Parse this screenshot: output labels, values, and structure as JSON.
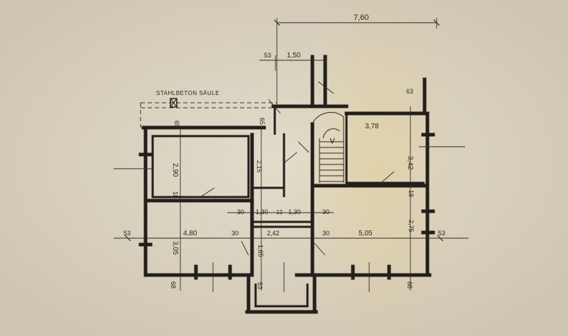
{
  "labels": {
    "column_note": "STAHLBETON SÄULE"
  },
  "dimensions": {
    "overall_width": "7,60",
    "chimney_offset": "53",
    "chimney_width": "1,50",
    "right_corner": "63",
    "left_wall_top": "65",
    "stair_wall": "65",
    "room_nw_height": "2,90",
    "room_nw_wall": "18",
    "room_ne_width": "3,78",
    "room_ne_height": "3,42",
    "room_ne_wall": "18",
    "center_height": "2,15",
    "center_w1": "1,30",
    "center_wall": "12",
    "center_w2": "1,30",
    "center_gap_left": "30",
    "center_gap_right": "30",
    "left_outer": "53",
    "room_sw_width": "4,80",
    "room_sw_gap": "30",
    "room_sw_height": "3,05",
    "center_bottom_width": "2,42",
    "center_bottom_height": "1,65",
    "room_se_gap": "30",
    "room_se_width": "5,05",
    "room_se_height": "2,75",
    "right_outer": "53",
    "bottom_left": "68",
    "bottom_center": "53",
    "bottom_right": "68"
  },
  "colors": {
    "ink": "#231f1c",
    "paper": "#e2dccb",
    "stain": "#e6c878"
  }
}
